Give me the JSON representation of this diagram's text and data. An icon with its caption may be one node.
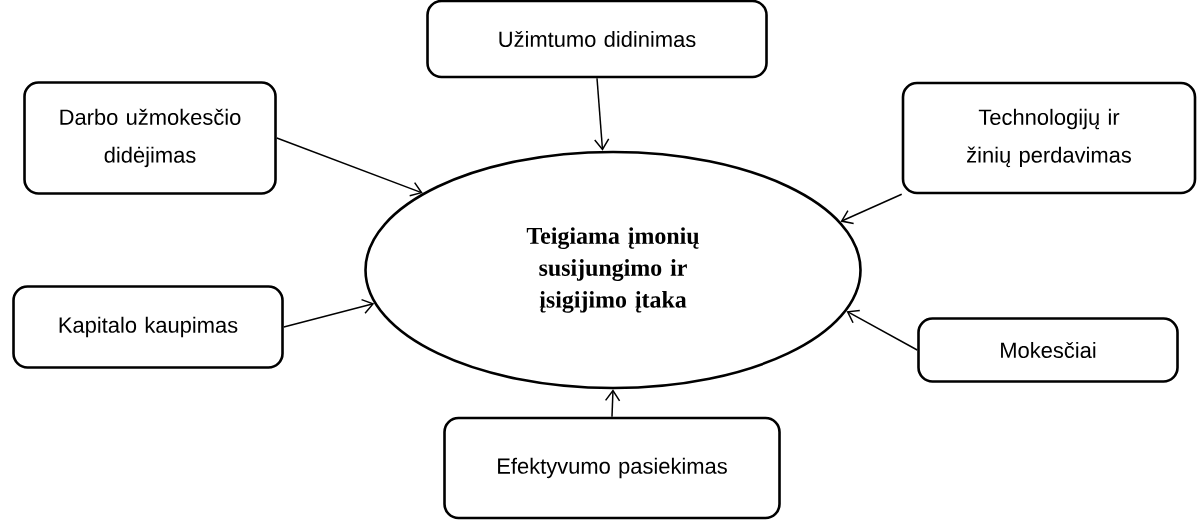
{
  "diagram": {
    "nodes": [
      {
        "text": [
          "Užimtumo didinimas"
        ]
      },
      {
        "text": [
          "Darbo užmokesčio didėjimas"
        ]
      },
      {
        "text": [
          "Technologijų ir žinių perdavimas"
        ]
      },
      {
        "text": [
          "Teigiama įmonių susijungimo ir įsigijimo įtaka"
        ]
      },
      {
        "text": [
          "Kapitalo kaupimas"
        ]
      },
      {
        "text": [
          "Mokesčiai"
        ]
      },
      {
        "text": [
          "Efektyvumo pasiekimas"
        ]
      }
    ],
    "edges": [
      {
        "from": 0,
        "to": 3,
        "arrow": "to"
      },
      {
        "from": 1,
        "to": 3,
        "arrow": "to"
      },
      {
        "from": 2,
        "to": 3,
        "arrow": "to"
      },
      {
        "from": 4,
        "to": 3,
        "arrow": "to"
      },
      {
        "from": 5,
        "to": 3,
        "arrow": "to"
      },
      {
        "from": 6,
        "to": 3,
        "arrow": "to"
      }
    ]
  }
}
